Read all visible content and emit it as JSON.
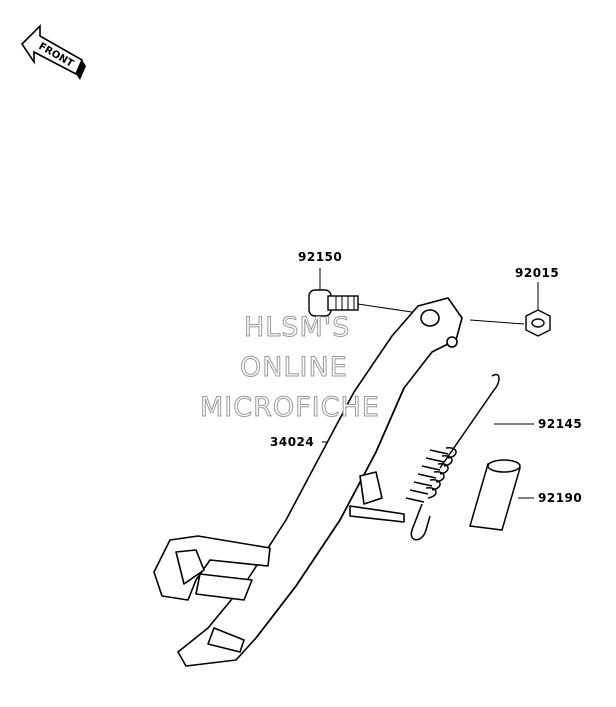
{
  "front_indicator": {
    "label": "FRONT"
  },
  "parts": {
    "p92150": {
      "number": "92150"
    },
    "p92015": {
      "number": "92015"
    },
    "p92145": {
      "number": "92145"
    },
    "p34024": {
      "number": "34024"
    },
    "p92190": {
      "number": "92190"
    }
  },
  "watermark": {
    "line1": "HLSM'S",
    "line2": "ONLINE",
    "line3": "MICROFICHE"
  },
  "colors": {
    "ink": "#000000",
    "watermark_outline": "#9a9a9a",
    "background": "#ffffff"
  }
}
